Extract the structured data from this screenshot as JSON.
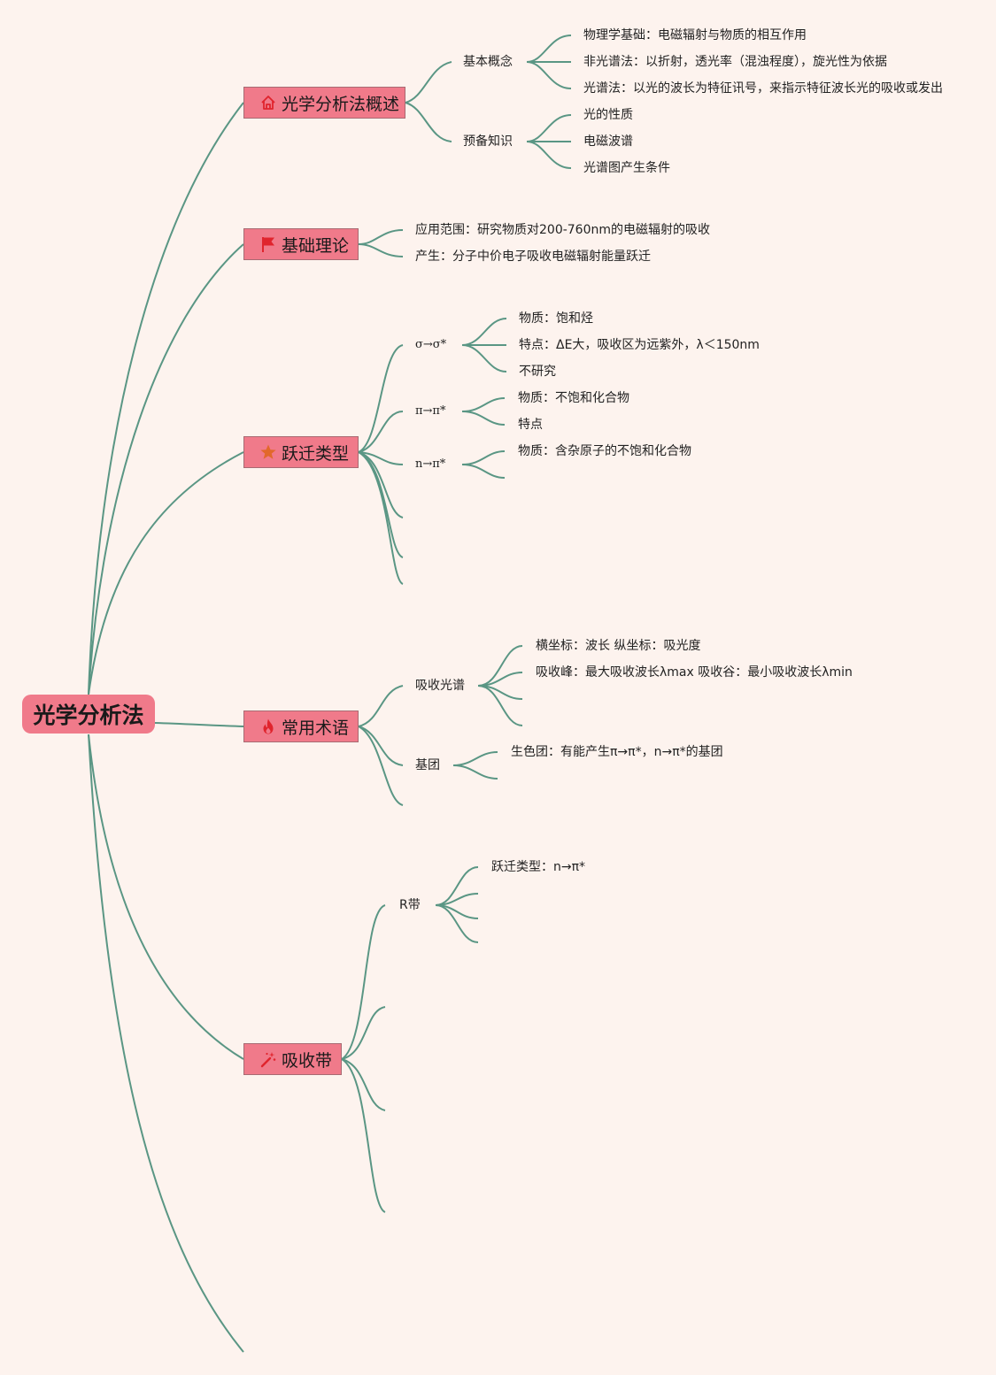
{
  "root": {
    "label": "光学分析法"
  },
  "branches": [
    {
      "label": "光学分析法概述",
      "icon": "home-icon",
      "children": [
        {
          "label": "基本概念",
          "children": [
            "物理学基础：电磁辐射与物质的相互作用",
            "非光谱法：以折射，透光率（混浊程度），旋光性为依据",
            "光谱法：以光的波长为特征讯号，来指示特征波长光的吸收或发出"
          ]
        },
        {
          "label": "预备知识",
          "children": [
            "光的性质",
            "电磁波谱",
            "光谱图产生条件"
          ]
        }
      ]
    },
    {
      "label": "基础理论",
      "icon": "flag-icon",
      "children": [
        "应用范围：研究物质对200-760nm的电磁辐射的吸收",
        "产生：分子中价电子吸收电磁辐射能量跃迁"
      ]
    },
    {
      "label": "跃迁类型",
      "icon": "star-icon",
      "children": [
        {
          "label": "σ→σ*",
          "children": [
            "物质：饱和烃",
            "特点：ΔE大，吸收区为远紫外，λ＜150nm",
            "不研究"
          ]
        },
        {
          "label": "π→π*",
          "children": [
            "物质：不饱和化合物",
            "特点"
          ]
        },
        {
          "label": "n→π*",
          "children": [
            "物质：含杂原子的不饱和化合物"
          ]
        }
      ]
    },
    {
      "label": "常用术语",
      "icon": "fire-icon",
      "children": [
        {
          "label": "吸收光谱",
          "children": [
            "横坐标：波长 纵坐标：吸光度",
            "吸收峰：最大吸收波长λmax 吸收谷：最小吸收波长λmin"
          ]
        },
        {
          "label": "基团",
          "children": [
            "生色团：有能产生π→π*，n→π*的基团"
          ]
        }
      ]
    },
    {
      "label": "吸收带",
      "icon": "magic-wand-icon",
      "children": [
        {
          "label": "R带",
          "children": [
            "跃迁类型：n→π*"
          ]
        }
      ]
    }
  ],
  "colors": {
    "background": "#fdf3ee",
    "node": "#f07a8a",
    "line": "#5a9684",
    "icon": "#e0242d"
  }
}
